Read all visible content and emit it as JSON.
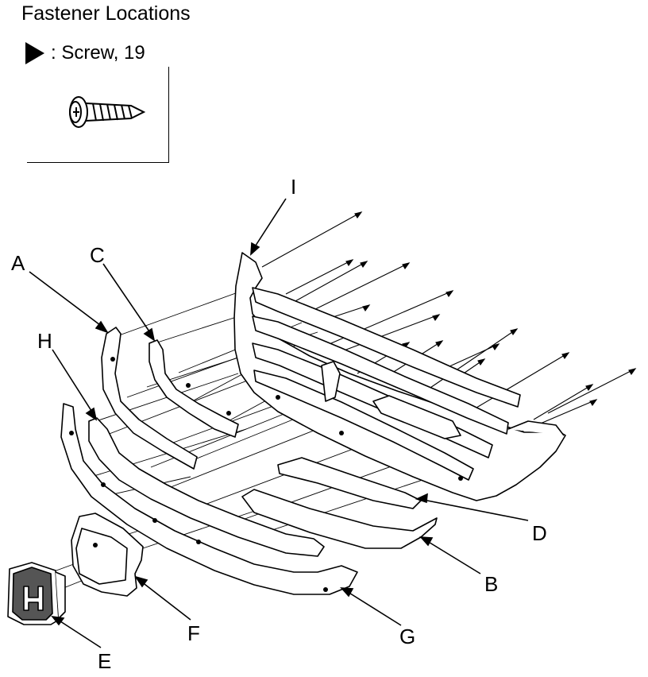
{
  "title": "Fastener Locations",
  "legend": {
    "icon": "filled-triangle-icon",
    "text": ": Screw, 19"
  },
  "labels": {
    "A": "A",
    "B": "B",
    "C": "C",
    "D": "D",
    "E": "E",
    "F": "F",
    "G": "G",
    "H": "H",
    "I": "I"
  }
}
